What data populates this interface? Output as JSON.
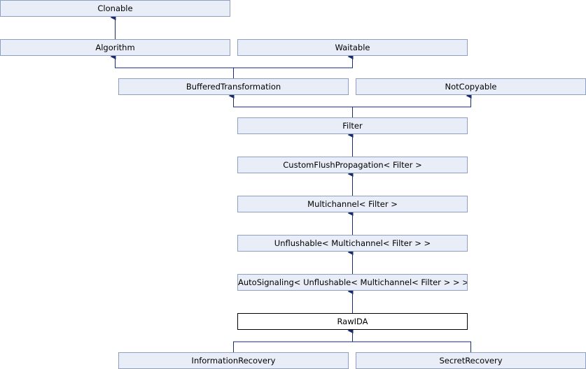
{
  "diagram": {
    "colors": {
      "node_fill": "#e8edf7",
      "node_border": "#8ea0c2",
      "current_fill": "#ffffff",
      "current_border": "#000000",
      "edge": "#1a2a6e"
    },
    "nodes": {
      "clonable": "Clonable",
      "algorithm": "Algorithm",
      "waitable": "Waitable",
      "buffered_transformation": "BufferedTransformation",
      "not_copyable": "NotCopyable",
      "filter": "Filter",
      "custom_flush_propagation": "CustomFlushPropagation< Filter >",
      "multichannel": "Multichannel< Filter >",
      "unflushable": "Unflushable< Multichannel< Filter > >",
      "auto_signaling": "AutoSignaling< Unflushable< Multichannel< Filter > > >",
      "raw_ida": "RawIDA",
      "information_recovery": "InformationRecovery",
      "secret_recovery": "SecretRecovery"
    },
    "current_node": "raw_ida",
    "edges": [
      {
        "from": "algorithm",
        "to": "clonable"
      },
      {
        "from": "buffered_transformation",
        "to": "algorithm"
      },
      {
        "from": "buffered_transformation",
        "to": "waitable"
      },
      {
        "from": "filter",
        "to": "buffered_transformation"
      },
      {
        "from": "filter",
        "to": "not_copyable"
      },
      {
        "from": "custom_flush_propagation",
        "to": "filter"
      },
      {
        "from": "multichannel",
        "to": "custom_flush_propagation"
      },
      {
        "from": "unflushable",
        "to": "multichannel"
      },
      {
        "from": "auto_signaling",
        "to": "unflushable"
      },
      {
        "from": "raw_ida",
        "to": "auto_signaling"
      },
      {
        "from": "information_recovery",
        "to": "raw_ida"
      },
      {
        "from": "secret_recovery",
        "to": "raw_ida"
      }
    ]
  }
}
